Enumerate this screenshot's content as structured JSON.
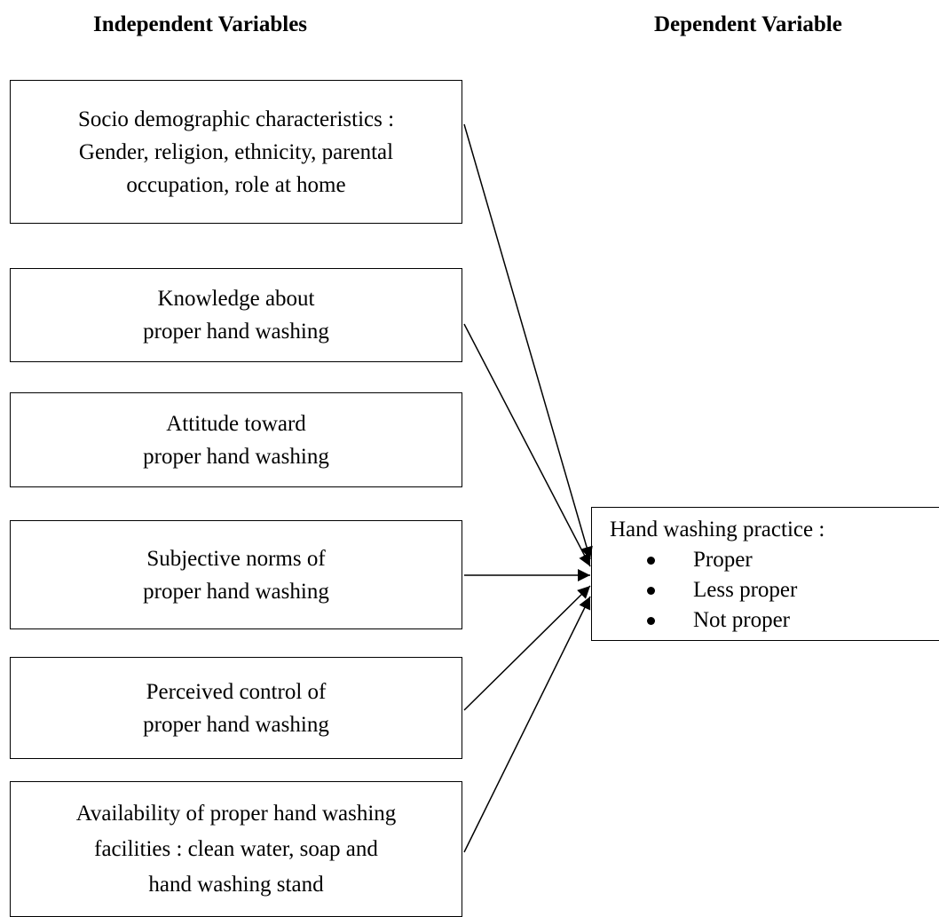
{
  "headers": {
    "independent": "Independent Variables",
    "dependent": "Dependent Variable"
  },
  "independent_variables": [
    {
      "lines": [
        "Socio demographic characteristics :",
        "Gender, religion, ethnicity, parental",
        "occupation, role at home"
      ]
    },
    {
      "lines": [
        "Knowledge about",
        "proper hand washing"
      ]
    },
    {
      "lines": [
        "Attitude toward",
        "proper hand washing"
      ]
    },
    {
      "lines": [
        "Subjective norms of",
        "proper hand washing"
      ]
    },
    {
      "lines": [
        "Perceived control of",
        "proper hand washing"
      ]
    },
    {
      "lines": [
        "Availability of proper hand washing",
        "facilities : clean water, soap and",
        "hand washing stand"
      ]
    }
  ],
  "dependent_variable": {
    "title": "Hand washing practice :",
    "items": [
      "Proper",
      "Less proper",
      "Not proper"
    ]
  },
  "colors": {
    "line": "#000000",
    "background": "#ffffff"
  }
}
